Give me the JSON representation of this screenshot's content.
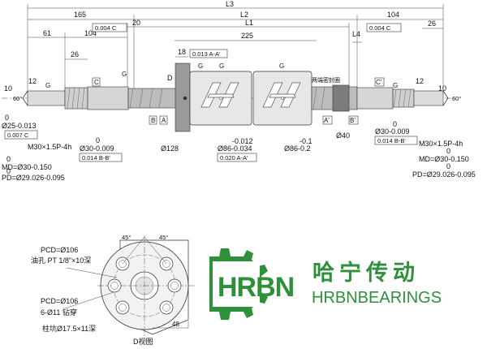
{
  "dims": {
    "L3": "L3",
    "L2": "L2",
    "L1": "L1",
    "L4": "L4",
    "d165": "165",
    "d104_top_right": "104",
    "d20": "20",
    "d26_right": "26",
    "d61": "61",
    "d104_left": "104",
    "d26_left": "26",
    "d225": "225",
    "d18": "18",
    "d10_left": "10",
    "d12_left": "12",
    "d12_right": "12",
    "d10_right": "10",
    "d60_left": "60°",
    "d60_right": "60°"
  },
  "frames": {
    "flat_left": "0.004 C",
    "flat_right": "0.004 C",
    "flat_mid": "0.013 A-A'",
    "runout_left": "0.007 C",
    "runout_a": "0.014 B-B'",
    "runout_b": "0.014 B-B'",
    "runout_c": "0.020 A-A'"
  },
  "datums": {
    "A": "A",
    "A_prime": "A'",
    "B": "B",
    "B_prime": "B'",
    "C": "C",
    "C_prime": "C'",
    "D": "D"
  },
  "roughness": "G",
  "left_specs": {
    "d25_zero": "0",
    "d25": "Ø25-0.013",
    "thread": "M30×1.5P-4h",
    "md_zero": "0",
    "md": "MD=Ø30-0.150",
    "pd_zero": "0",
    "pd": "PD=Ø29.026-0.095",
    "d30_zero": "0",
    "d30": "Ø30-0.009"
  },
  "mid_specs": {
    "d128": "Ø128",
    "d86a_top": "-0.012",
    "d86a": "Ø86-0.034",
    "d86b_top": "-0.1",
    "d86b": "Ø86-0.2",
    "d40": "Ø40"
  },
  "right_specs": {
    "d30_zero": "0",
    "d30": "Ø30-0.009",
    "thread": "M30×1.5P-4h",
    "md_zero": "0",
    "md": "MD=Ø30-0.150",
    "pd_zero": "0",
    "pd": "PD=Ø29.026-0.095"
  },
  "nut_note": "两端密封圈",
  "d_view": {
    "pcd1": "PCD=Ø106",
    "oil_hole": "油孔 PT 1/8\"×10深",
    "pcd2": "PCD=Ø106",
    "holes": "6-Ø11  钻穿",
    "counterbore": "柱坑Ø17.5×11深",
    "angle1": "45°",
    "angle2": "45°",
    "dim48": "48",
    "caption": "D视图"
  },
  "logo": {
    "mark": "HRBN",
    "cn": "哈宁传动",
    "en": "HRBNBEARINGS",
    "color": "#2f8f3a"
  }
}
